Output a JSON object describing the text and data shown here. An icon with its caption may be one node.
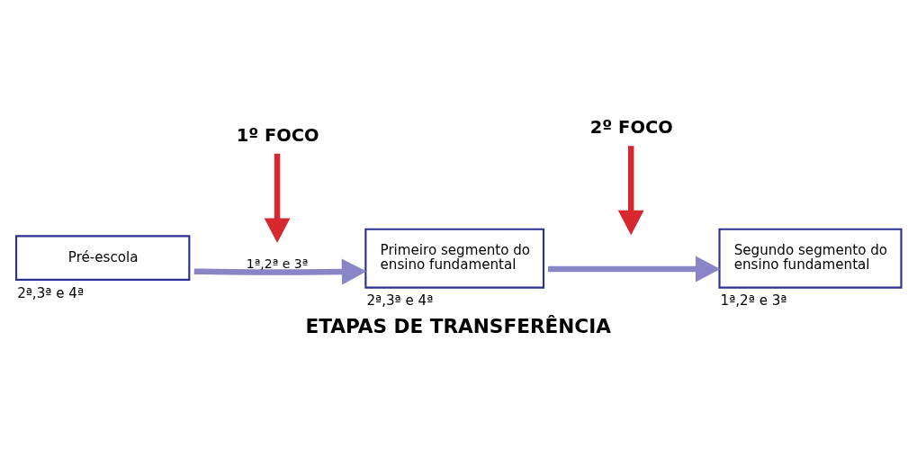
{
  "diagram": {
    "caption": "ETAPAS DE TRANSFERÊNCIA",
    "nodes": [
      {
        "text": [
          "1º FOCO"
        ]
      },
      {
        "text": [
          "2º FOCO"
        ]
      },
      {
        "text": [
          "Pré-escola"
        ],
        "beside": [
          "2ª,3ª e 4ª"
        ]
      },
      {
        "text": [
          "Primeiro segmento do ensino fundamental"
        ],
        "beside": [
          "2ª,3ª e 4ª"
        ]
      },
      {
        "text": [
          "Segundo segmento do ensino fundamental"
        ],
        "beside": [
          "1ª,2ª e 3ª"
        ]
      }
    ],
    "edges": [
      {
        "from": 0,
        "to": null,
        "arrow": "to",
        "color": "#d7282f"
      },
      {
        "from": 1,
        "to": null,
        "arrow": "to",
        "color": "#d7282f"
      },
      {
        "from": 2,
        "to": 3,
        "arrow": "to",
        "color": "#8a85c6",
        "label": "1ª,2ª e 3ª"
      },
      {
        "from": 3,
        "to": 4,
        "arrow": "to",
        "color": "#8a85c6"
      }
    ]
  }
}
